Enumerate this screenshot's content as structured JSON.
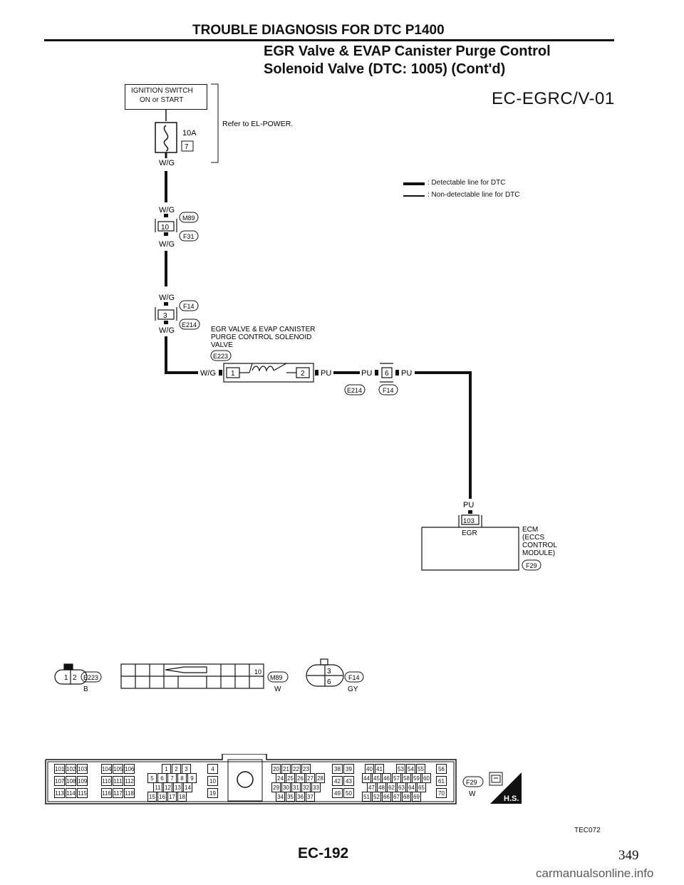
{
  "header": {
    "title": "TROUBLE DIAGNOSIS FOR DTC P1400",
    "subtitle_line1": "EGR Valve & EVAP Canister Purge Control",
    "subtitle_line2": "Solenoid Valve (DTC: 1005) (Cont'd)"
  },
  "diagram_id": "EC-EGRC/V-01",
  "ignition": {
    "line1": "IGNITION SWITCH",
    "line2": "ON or START",
    "fuse_rating": "10A",
    "fuse_no": "7",
    "refer": "Refer to EL-POWER."
  },
  "legend": {
    "detectable": ": Detectable line for DTC",
    "non_detectable": ": Non-detectable line for DTC"
  },
  "wires": {
    "wg": "W/G",
    "pu": "PU"
  },
  "connectors": {
    "m89": "M89",
    "f31": "F31",
    "f14": "F14",
    "e214": "E214",
    "e223": "E223",
    "f29": "F29",
    "pin_10": "10",
    "pin_3": "3",
    "pin_1": "1",
    "pin_2": "2",
    "pin_6": "6",
    "pin_103": "103"
  },
  "valve": {
    "line1": "EGR VALVE & EVAP CANISTER",
    "line2": "PURGE CONTROL SOLENOID",
    "line3": "VALVE"
  },
  "ecm": {
    "terminal": "EGR",
    "line1": "ECM",
    "line2": "(ECCS",
    "line3": "CONTROL",
    "line4": "MODULE)"
  },
  "connector_views": {
    "e223_pin1": "1",
    "e223_pin2": "2",
    "e223_color": "B",
    "m89_pin10": "10",
    "m89_color": "W",
    "f14_pin3": "3",
    "f14_pin6": "6",
    "f14_color": "GY",
    "f29_color": "W",
    "hs_badge": "H.S."
  },
  "ecm_connector": {
    "block_a": [
      [
        "101",
        "102",
        "103"
      ],
      [
        "107",
        "108",
        "109"
      ],
      [
        "113",
        "114",
        "115"
      ]
    ],
    "block_b": [
      [
        "104",
        "105",
        "106"
      ],
      [
        "110",
        "111",
        "112"
      ],
      [
        "116",
        "117",
        "118"
      ]
    ],
    "block_c_r1": [
      "1",
      "2",
      "3"
    ],
    "block_c_r2": [
      "5",
      "6",
      "7",
      "8",
      "9"
    ],
    "block_c_r3": [
      "11",
      "12",
      "13",
      "14"
    ],
    "block_c_r4": [
      "15",
      "16",
      "17",
      "18"
    ],
    "block_d": [
      "4",
      "10",
      "19"
    ],
    "block_e_r1": [
      "20",
      "21",
      "22",
      "23"
    ],
    "block_e_r2": [
      "24",
      "25",
      "26",
      "27",
      "28"
    ],
    "block_e_r3": [
      "29",
      "30",
      "31",
      "32",
      "33"
    ],
    "block_e_r4": [
      "34",
      "35",
      "36",
      "37"
    ],
    "block_f": [
      [
        "38",
        "39"
      ],
      [
        "42",
        "43"
      ],
      [
        "49",
        "50"
      ]
    ],
    "block_g_r1": [
      "40",
      "41"
    ],
    "block_g_r2": [
      "44",
      "45",
      "46",
      "57",
      "58",
      "59",
      "60"
    ],
    "block_g_r3": [
      "47",
      "48",
      "62",
      "63",
      "64",
      "65"
    ],
    "block_g_r4": [
      "51",
      "52",
      "66",
      "67",
      "68",
      "69"
    ],
    "block_g_r1b": [
      "53",
      "54",
      "55"
    ],
    "block_h": [
      "56",
      "61",
      "70"
    ]
  },
  "footer": {
    "figure_code": "TEC072",
    "page_code": "EC-192",
    "sheet_no": "349",
    "watermark": "carmanualsonline.info"
  }
}
